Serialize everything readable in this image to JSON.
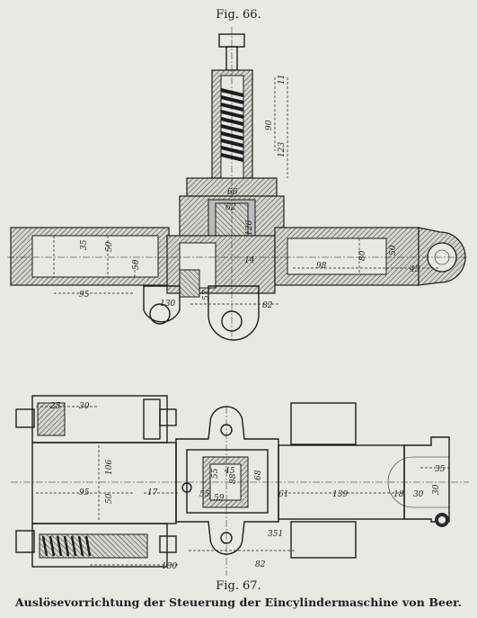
{
  "figures": {
    "fig66_label": "Fig. 66.",
    "fig67_label": "Fig. 67.",
    "caption": "Auslösevorrichtung der Steuerung der Eincylindermaschine von Beer."
  },
  "fig66_dimensions": {
    "d11": "11",
    "d90": "90",
    "d123": "123",
    "d66": "66",
    "d62": "62",
    "d126": "126",
    "d35": "35",
    "d50_left": "50",
    "d50_mid": "50",
    "d14": "14",
    "d98": "98",
    "d80": "80",
    "d50_right": "50",
    "d45": "45",
    "d95": "95",
    "d130": "130",
    "d57": "57",
    "d82": "82"
  },
  "fig67_dimensions": {
    "d25": "25",
    "d30_top": "30",
    "d106": "106",
    "d95": "95",
    "d50": "50",
    "d17": "17",
    "d55_v": "55",
    "d55_h": "55",
    "d45": "45",
    "d88": "88",
    "d59": "59",
    "d68": "68",
    "d61": "61",
    "d139": "139",
    "d18": "18",
    "d30_right": "30",
    "d35": "35",
    "d30_small": "30",
    "d351": "351",
    "d130": "130",
    "d82": "82"
  }
}
